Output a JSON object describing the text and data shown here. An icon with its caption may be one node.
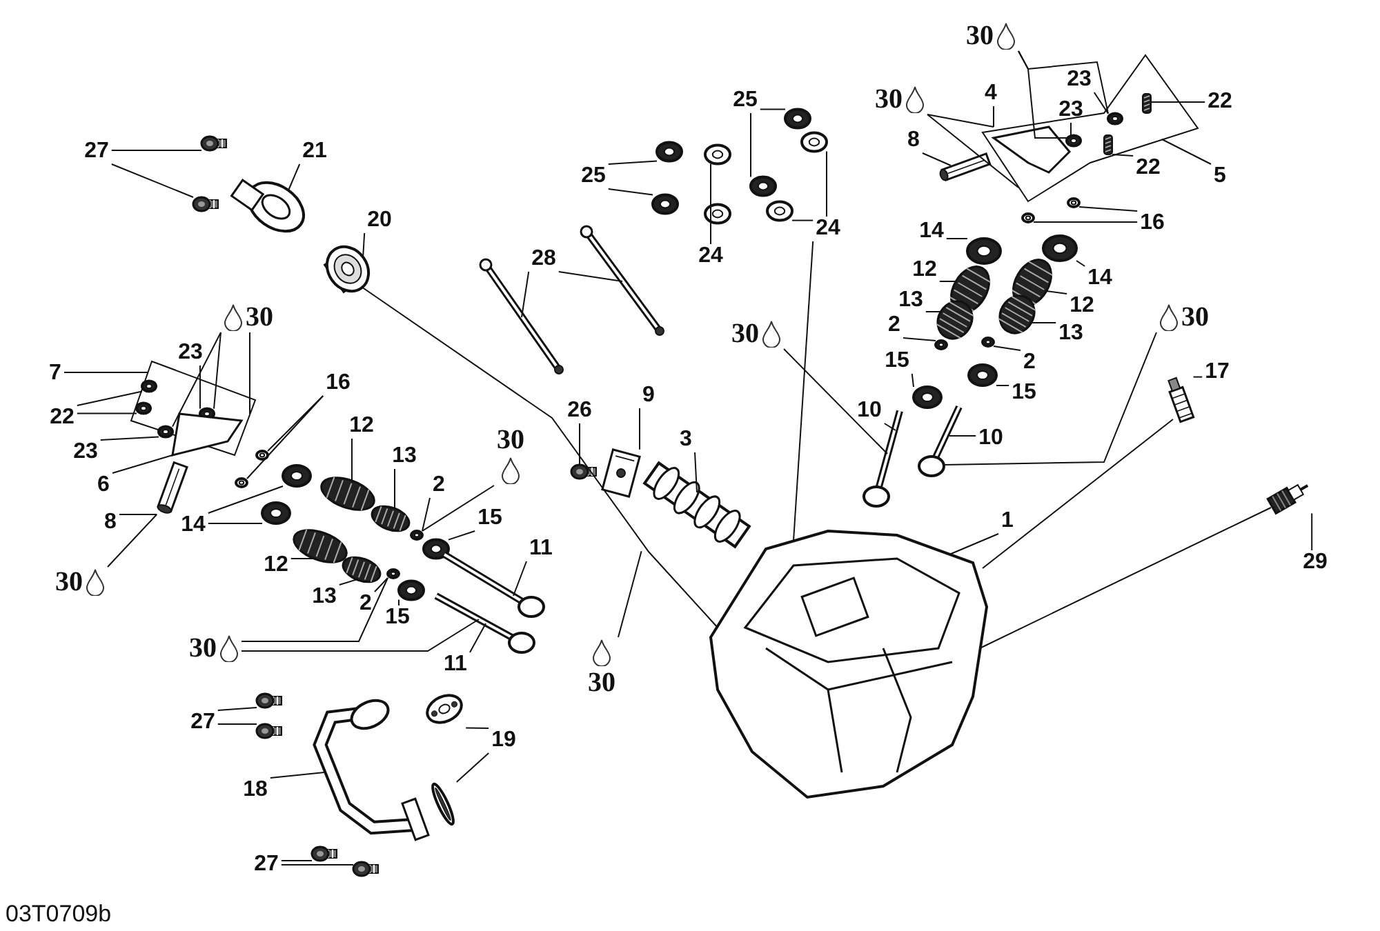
{
  "diagram": {
    "nodes": [
      {
        "text": [
          "30"
        ]
      },
      {
        "text": [
          "27"
        ]
      },
      {
        "text": [
          "25"
        ]
      },
      {
        "text": [
          "21"
        ]
      },
      {
        "text": [
          "30"
        ]
      },
      {
        "text": [
          "4"
        ]
      },
      {
        "text": [
          "23"
        ]
      },
      {
        "text": [
          "23"
        ]
      },
      {
        "text": [
          "22"
        ]
      },
      {
        "text": [
          "22"
        ]
      },
      {
        "text": [
          "8"
        ]
      },
      {
        "text": [
          "5"
        ]
      },
      {
        "text": [
          "25"
        ]
      },
      {
        "text": [
          "20"
        ]
      },
      {
        "text": [
          "16"
        ]
      },
      {
        "text": [
          "24"
        ]
      },
      {
        "text": [
          "24"
        ]
      },
      {
        "text": [
          "14"
        ]
      },
      {
        "text": [
          "14"
        ]
      },
      {
        "text": [
          "28"
        ]
      },
      {
        "text": [
          "12"
        ]
      },
      {
        "text": [
          "12"
        ]
      },
      {
        "text": [
          "30"
        ]
      },
      {
        "text": [
          "13"
        ]
      },
      {
        "text": [
          "13"
        ]
      },
      {
        "text": [
          "30"
        ]
      },
      {
        "text": [
          "30"
        ]
      },
      {
        "text": [
          "2"
        ]
      },
      {
        "text": [
          "2"
        ]
      },
      {
        "text": [
          "23"
        ]
      },
      {
        "text": [
          "7"
        ]
      },
      {
        "text": [
          "17"
        ]
      },
      {
        "text": [
          "16"
        ]
      },
      {
        "text": [
          "22"
        ]
      },
      {
        "text": [
          "15"
        ]
      },
      {
        "text": [
          "15"
        ]
      },
      {
        "text": [
          "26"
        ]
      },
      {
        "text": [
          "9"
        ]
      },
      {
        "text": [
          "12"
        ]
      },
      {
        "text": [
          "13"
        ]
      },
      {
        "text": [
          "10"
        ]
      },
      {
        "text": [
          "10"
        ]
      },
      {
        "text": [
          "23"
        ]
      },
      {
        "text": [
          "3"
        ]
      },
      {
        "text": [
          "30"
        ]
      },
      {
        "text": [
          "6"
        ]
      },
      {
        "text": [
          "2"
        ]
      },
      {
        "text": [
          "15"
        ]
      },
      {
        "text": [
          "8"
        ]
      },
      {
        "text": [
          "14"
        ]
      },
      {
        "text": [
          "1"
        ]
      },
      {
        "text": [
          "11"
        ]
      },
      {
        "text": [
          "12"
        ]
      },
      {
        "text": [
          "30"
        ]
      },
      {
        "text": [
          "29"
        ]
      },
      {
        "text": [
          "13"
        ]
      },
      {
        "text": [
          "2"
        ]
      },
      {
        "text": [
          "15"
        ]
      },
      {
        "text": [
          "30"
        ]
      },
      {
        "text": [
          "11"
        ]
      },
      {
        "text": [
          "30"
        ]
      },
      {
        "text": [
          "27"
        ]
      },
      {
        "text": [
          "19"
        ]
      },
      {
        "text": [
          "18"
        ]
      },
      {
        "text": [
          "27"
        ]
      },
      {
        "text": [],
        "shape": "picture"
      },
      {
        "text": [],
        "shape": "picture"
      },
      {
        "text": [],
        "shape": "picture"
      },
      {
        "text": [],
        "shape": "picture"
      },
      {
        "text": [],
        "shape": "picture"
      },
      {
        "text": [],
        "shape": "picture"
      },
      {
        "text": [],
        "shape": "picture"
      },
      {
        "text": [],
        "shape": "picture"
      },
      {
        "text": [],
        "shape": "picture"
      },
      {
        "text": [],
        "shape": "picture"
      },
      {
        "text": [],
        "shape": "picture"
      },
      {
        "text": [],
        "shape": "picture"
      },
      {
        "text": [],
        "shape": "picture"
      },
      {
        "text": [],
        "shape": "picture"
      },
      {
        "text": [],
        "shape": "box"
      },
      {
        "text": [],
        "shape": "picture",
        "in": 79
      },
      {
        "text": [],
        "shape": "picture"
      },
      {
        "text": [],
        "shape": "picture",
        "in": 79
      },
      {
        "text": [],
        "shape": "picture",
        "in": 79
      },
      {
        "text": [],
        "shape": "picture",
        "in": 79
      },
      {
        "text": [],
        "shape": "picture",
        "in": 79
      },
      {
        "text": [],
        "shape": "picture"
      },
      {
        "text": [],
        "shape": "picture"
      },
      {
        "text": [],
        "shape": "picture"
      },
      {
        "text": [],
        "shape": "picture"
      },
      {
        "text": [],
        "shape": "picture"
      },
      {
        "text": [],
        "shape": "picture"
      },
      {
        "text": [],
        "shape": "picture"
      },
      {
        "text": [],
        "shape": "picture"
      },
      {
        "text": [],
        "shape": "picture"
      },
      {
        "text": [],
        "shape": "picture"
      },
      {
        "text": [],
        "shape": "picture"
      },
      {
        "text": [],
        "shape": "picture"
      },
      {
        "text": [],
        "shape": "picture"
      },
      {
        "text": [],
        "shape": "picture"
      },
      {
        "text": [],
        "shape": "picture"
      },
      {
        "text": [],
        "shape": "box"
      },
      {
        "text": [],
        "shape": "picture",
        "in": 101
      },
      {
        "text": [],
        "shape": "picture",
        "in": 101
      },
      {
        "text": [],
        "shape": "picture",
        "in": 101
      },
      {
        "text": [],
        "shape": "picture",
        "in": 101
      },
      {
        "text": [],
        "shape": "picture",
        "in": 101
      },
      {
        "text": [],
        "shape": "picture"
      },
      {
        "text": [],
        "shape": "picture"
      },
      {
        "text": [],
        "shape": "picture"
      },
      {
        "text": [],
        "shape": "picture"
      },
      {
        "text": [],
        "shape": "picture"
      },
      {
        "text": [],
        "shape": "picture"
      },
      {
        "text": [],
        "shape": "picture"
      },
      {
        "text": [],
        "shape": "picture"
      },
      {
        "text": [],
        "shape": "picture"
      },
      {
        "text": [],
        "shape": "picture"
      },
      {
        "text": [],
        "shape": "picture"
      },
      {
        "text": [],
        "shape": "picture"
      },
      {
        "text": [],
        "shape": "picture"
      },
      {
        "text": [],
        "shape": "picture"
      },
      {
        "text": [],
        "shape": "picture"
      },
      {
        "text": [],
        "shape": "picture"
      },
      {
        "text": [],
        "shape": "picture"
      },
      {
        "text": [],
        "shape": "picture"
      },
      {
        "text": [],
        "shape": "picture"
      },
      {
        "text": [],
        "shape": "picture"
      },
      {
        "text": [],
        "shape": "picture"
      },
      {
        "text": [],
        "shape": "picture"
      },
      {
        "text": [],
        "shape": "picture"
      },
      {
        "text": [],
        "shape": "picture"
      },
      {
        "text": [],
        "shape": "picture"
      },
      {
        "text": [],
        "shape": "picture"
      },
      {
        "text": [],
        "shape": "picture"
      }
    ],
    "edges": [
      {
        "from": 0,
        "to": 82,
        "arrow": "none"
      },
      {
        "from": 0,
        "to": 83,
        "arrow": "none"
      },
      {
        "from": 1,
        "to": 65,
        "arrow": "none"
      },
      {
        "from": 1,
        "to": 66,
        "arrow": "none"
      },
      {
        "from": 2,
        "to": 73,
        "arrow": "none"
      },
      {
        "from": 2,
        "to": 75,
        "arrow": "none"
      },
      {
        "from": 3,
        "to": 67,
        "arrow": "none"
      },
      {
        "from": 4,
        "to": 80,
        "arrow": "none"
      },
      {
        "from": 4,
        "to": 79,
        "arrow": "none"
      },
      {
        "from": 5,
        "to": 80,
        "arrow": "none"
      },
      {
        "from": 6,
        "to": 83,
        "arrow": "none"
      },
      {
        "from": 7,
        "to": 82,
        "arrow": "none"
      },
      {
        "from": 8,
        "to": 84,
        "arrow": "none"
      },
      {
        "from": 9,
        "to": 85,
        "arrow": "none"
      },
      {
        "from": 10,
        "to": 81,
        "arrow": "none"
      },
      {
        "from": 11,
        "to": 79,
        "arrow": "none"
      },
      {
        "from": 12,
        "to": 69,
        "arrow": "none"
      },
      {
        "from": 12,
        "to": 71,
        "arrow": "none"
      },
      {
        "from": 13,
        "to": 68,
        "arrow": "none"
      },
      {
        "from": 14,
        "to": 86,
        "arrow": "none"
      },
      {
        "from": 14,
        "to": 87,
        "arrow": "none"
      },
      {
        "from": 15,
        "to": 70,
        "arrow": "none"
      },
      {
        "from": 15,
        "to": 72,
        "arrow": "none"
      },
      {
        "from": 16,
        "to": 74,
        "arrow": "none"
      },
      {
        "from": 16,
        "to": 76,
        "arrow": "none"
      },
      {
        "from": 16,
        "to": 125,
        "arrow": "none"
      },
      {
        "from": 17,
        "to": 88,
        "arrow": "none"
      },
      {
        "from": 18,
        "to": 89,
        "arrow": "none"
      },
      {
        "from": 19,
        "to": 77,
        "arrow": "none"
      },
      {
        "from": 19,
        "to": 78,
        "arrow": "none"
      },
      {
        "from": 20,
        "to": 90,
        "arrow": "none"
      },
      {
        "from": 21,
        "to": 91,
        "arrow": "none"
      },
      {
        "from": 22,
        "to": 105,
        "arrow": "none"
      },
      {
        "from": 22,
        "to": 104,
        "arrow": "none"
      },
      {
        "from": 22,
        "to": 101,
        "arrow": "none"
      },
      {
        "from": 23,
        "to": 92,
        "arrow": "none"
      },
      {
        "from": 24,
        "to": 93,
        "arrow": "none"
      },
      {
        "from": 25,
        "to": 98,
        "arrow": "none"
      },
      {
        "from": 26,
        "to": 99,
        "arrow": "none"
      },
      {
        "from": 27,
        "to": 94,
        "arrow": "none"
      },
      {
        "from": 28,
        "to": 95,
        "arrow": "none"
      },
      {
        "from": 29,
        "to": 104,
        "arrow": "none"
      },
      {
        "from": 30,
        "to": 101,
        "arrow": "none"
      },
      {
        "from": 31,
        "to": 100,
        "arrow": "none"
      },
      {
        "from": 32,
        "to": 108,
        "arrow": "none"
      },
      {
        "from": 32,
        "to": 109,
        "arrow": "none"
      },
      {
        "from": 33,
        "to": 102,
        "arrow": "none"
      },
      {
        "from": 33,
        "to": 103,
        "arrow": "none"
      },
      {
        "from": 34,
        "to": 96,
        "arrow": "none"
      },
      {
        "from": 35,
        "to": 97,
        "arrow": "none"
      },
      {
        "from": 36,
        "to": 122,
        "arrow": "none"
      },
      {
        "from": 37,
        "to": 123,
        "arrow": "none"
      },
      {
        "from": 38,
        "to": 112,
        "arrow": "none"
      },
      {
        "from": 39,
        "to": 113,
        "arrow": "none"
      },
      {
        "from": 40,
        "to": 98,
        "arrow": "none"
      },
      {
        "from": 41,
        "to": 99,
        "arrow": "none"
      },
      {
        "from": 42,
        "to": 105,
        "arrow": "none"
      },
      {
        "from": 43,
        "to": 124,
        "arrow": "none"
      },
      {
        "from": 44,
        "to": 116,
        "arrow": "none"
      },
      {
        "from": 45,
        "to": 106,
        "arrow": "none"
      },
      {
        "from": 46,
        "to": 116,
        "arrow": "none"
      },
      {
        "from": 47,
        "to": 118,
        "arrow": "none"
      },
      {
        "from": 48,
        "to": 107,
        "arrow": "none"
      },
      {
        "from": 49,
        "to": 110,
        "arrow": "none"
      },
      {
        "from": 49,
        "to": 111,
        "arrow": "none"
      },
      {
        "from": 50,
        "to": 125,
        "arrow": "none"
      },
      {
        "from": 51,
        "to": 120,
        "arrow": "none"
      },
      {
        "from": 52,
        "to": 114,
        "arrow": "none"
      },
      {
        "from": 53,
        "to": 107,
        "arrow": "none"
      },
      {
        "from": 54,
        "to": 126,
        "arrow": "none"
      },
      {
        "from": 55,
        "to": 115,
        "arrow": "none"
      },
      {
        "from": 56,
        "to": 117,
        "arrow": "none"
      },
      {
        "from": 57,
        "to": 119,
        "arrow": "none"
      },
      {
        "from": 58,
        "to": 117,
        "arrow": "none"
      },
      {
        "from": 58,
        "to": 121,
        "arrow": "none"
      },
      {
        "from": 59,
        "to": 121,
        "arrow": "none"
      },
      {
        "from": 60,
        "to": 124,
        "arrow": "none"
      },
      {
        "from": 61,
        "to": 127,
        "arrow": "none"
      },
      {
        "from": 61,
        "to": 128,
        "arrow": "none"
      },
      {
        "from": 62,
        "to": 130,
        "arrow": "none"
      },
      {
        "from": 62,
        "to": 131,
        "arrow": "none"
      },
      {
        "from": 63,
        "to": 129,
        "arrow": "none"
      },
      {
        "from": 64,
        "to": 132,
        "arrow": "none"
      },
      {
        "from": 64,
        "to": 133,
        "arrow": "none"
      },
      {
        "from": 68,
        "to": 125,
        "arrow": "none"
      },
      {
        "from": 100,
        "to": 125,
        "arrow": "none"
      },
      {
        "from": 126,
        "to": 125,
        "arrow": "none"
      }
    ],
    "labels": [
      "03T0709b"
    ]
  }
}
